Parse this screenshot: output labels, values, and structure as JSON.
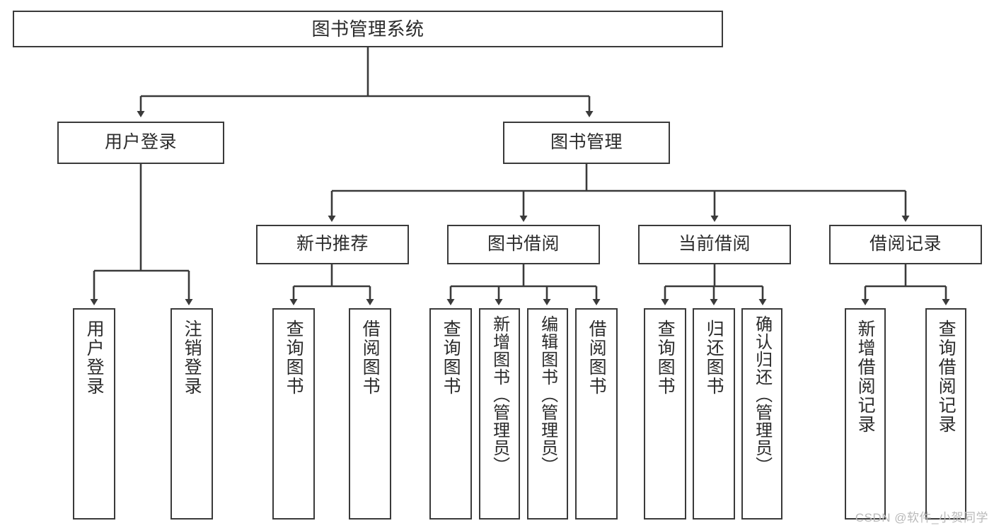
{
  "diagram": {
    "type": "tree-hierarchy",
    "title": "图书管理系统",
    "theme": {
      "background": "#ffffff",
      "box_border": "#3a3a3a",
      "box_fill": "#ffffff",
      "edge_color": "#3a3a3a",
      "text_color": "#2b2b2b",
      "watermark_color": "#b9b9b9"
    },
    "nodes": {
      "root": {
        "label": "图书管理系统"
      },
      "level1": [
        {
          "id": "user-login",
          "label": "用户登录"
        },
        {
          "id": "book-manage",
          "label": "图书管理"
        }
      ],
      "level2": [
        {
          "id": "new-book-recommend",
          "label": "新书推荐"
        },
        {
          "id": "book-borrow",
          "label": "图书借阅"
        },
        {
          "id": "current-borrow",
          "label": "当前借阅"
        },
        {
          "id": "borrow-record",
          "label": "借阅记录"
        }
      ],
      "leaves": {
        "user-login": [
          {
            "id": "leaf-user-login",
            "label": "用户登录"
          },
          {
            "id": "leaf-user-logout",
            "label": "注销登录"
          }
        ],
        "new-book-recommend": [
          {
            "id": "leaf-query-book-1",
            "label": "查询图书"
          },
          {
            "id": "leaf-borrow-book-1",
            "label": "借阅图书"
          }
        ],
        "book-borrow": [
          {
            "id": "leaf-query-book-2",
            "label": "查询图书"
          },
          {
            "id": "leaf-add-book",
            "label": "新增图书（管理员）"
          },
          {
            "id": "leaf-edit-book",
            "label": "编辑图书（管理员）"
          },
          {
            "id": "leaf-borrow-book-2",
            "label": "借阅图书"
          }
        ],
        "current-borrow": [
          {
            "id": "leaf-query-book-3",
            "label": "查询图书"
          },
          {
            "id": "leaf-return-book",
            "label": "归还图书"
          },
          {
            "id": "leaf-confirm-return",
            "label": "确认归还（管理员）"
          }
        ],
        "borrow-record": [
          {
            "id": "leaf-add-record",
            "label": "新增借阅记录"
          },
          {
            "id": "leaf-query-record",
            "label": "查询借阅记录"
          }
        ]
      }
    },
    "watermark": "CSDN @软件_小贺同学"
  }
}
